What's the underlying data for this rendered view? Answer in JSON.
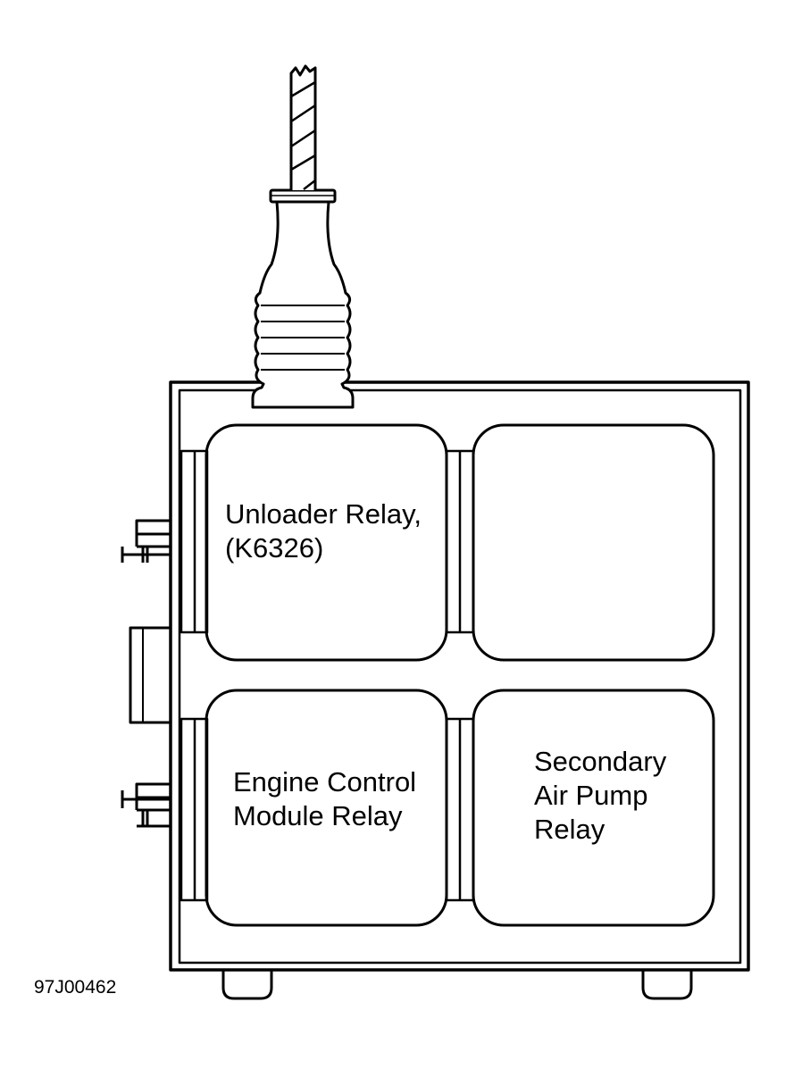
{
  "relays": {
    "top_left": {
      "lines": [
        "Unloader Relay,",
        "(K6326)"
      ]
    },
    "top_right": {
      "lines": []
    },
    "bottom_left": {
      "lines": [
        "Engine Control",
        "Module Relay"
      ]
    },
    "bottom_right": {
      "lines": [
        "Secondary",
        "Air Pump",
        "Relay"
      ]
    }
  },
  "figure_id": "97J00462",
  "colors": {
    "line": "#000000",
    "background": "#ffffff"
  }
}
